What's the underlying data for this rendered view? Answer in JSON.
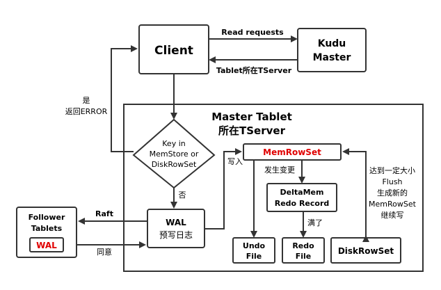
{
  "nodes": {
    "client": "Client",
    "kudu_master": [
      "Kudu",
      "Master"
    ],
    "master_tablet_title": [
      "Master Tablet",
      "所在TServer"
    ],
    "decision": [
      "Key in",
      "MemStore or",
      "DiskRowSet"
    ],
    "wal": [
      "WAL",
      "预写日志"
    ],
    "follower": [
      "Follower",
      "Tablets"
    ],
    "follower_wal": "WAL",
    "memrowset": "MemRowSet",
    "deltamem": [
      "DeltaMem",
      "Redo Record"
    ],
    "undo_file": [
      "Undo",
      "File"
    ],
    "redo_file": [
      "Redo",
      "File"
    ],
    "diskrowset": "DiskRowSet"
  },
  "edges": {
    "read_requests": "Read requests",
    "tablet_location": "Tablet所在TServer",
    "yes_return_error": [
      "是",
      "返回ERROR"
    ],
    "no": "否",
    "write": "写入",
    "change": "发生变更",
    "full": "满了",
    "raft": "Raft",
    "agree": "同意",
    "flush_note": [
      "达到一定大小",
      "Flush",
      "生成新的",
      "MemRowSet",
      "继续写"
    ]
  },
  "colors": {
    "accent_red": "#e00000",
    "stroke": "#333333"
  }
}
